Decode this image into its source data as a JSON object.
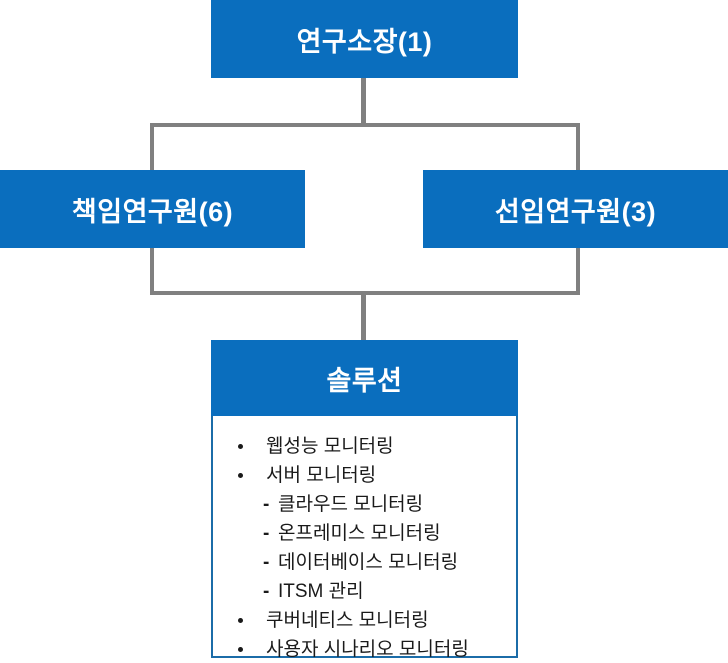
{
  "diagram": {
    "title": "조직도",
    "colors": {
      "node_fill": "#0A6EBE",
      "node_text": "#FFFFFF",
      "connector": "#808080",
      "panel_border": "#1B6CA8",
      "panel_background": "#FFFFFF",
      "list_text": "#1A1A1A"
    },
    "nodes": {
      "root": {
        "label": "연구소장(1)"
      },
      "principal": {
        "label": "책임연구원(6)"
      },
      "senior": {
        "label": "선임연구원(3)"
      },
      "solution": {
        "label": "솔루션",
        "items": [
          {
            "level": 1,
            "marker": "dot",
            "text": "웹성능 모니터링"
          },
          {
            "level": 1,
            "marker": "dot",
            "text": "서버 모니터링"
          },
          {
            "level": 2,
            "marker": "dash",
            "text": "클라우드 모니터링"
          },
          {
            "level": 2,
            "marker": "dash",
            "text": "온프레미스 모니터링"
          },
          {
            "level": 2,
            "marker": "dash",
            "text": "데이터베이스 모니터링"
          },
          {
            "level": 2,
            "marker": "dash",
            "text": "ITSM 관리"
          },
          {
            "level": 1,
            "marker": "dot",
            "text": "쿠버네티스 모니터링"
          },
          {
            "level": 1,
            "marker": "dot",
            "text": "사용자 시나리오 모니터링"
          }
        ]
      }
    },
    "markers": {
      "dash": "-"
    }
  }
}
